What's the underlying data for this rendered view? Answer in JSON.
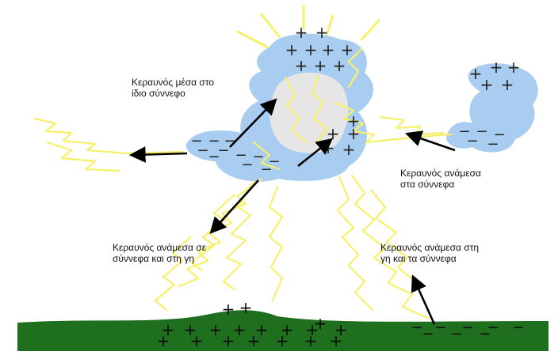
{
  "diagram": {
    "labels": {
      "intra_cloud": "Κεραυνός μέσα στο\nίδιο σύννεφο",
      "cloud_to_cloud": "Κεραυνός ανάμεσα\nστα σύννεφα",
      "cloud_to_ground": "Κεραυνός ανάμεσα σε\nσύννεφα και στη γη",
      "ground_to_cloud": "Κεραυνός ανάμεσα στη\nγη και τα σύννεφα"
    },
    "charge_symbols": {
      "positive": "+",
      "negative": "−"
    },
    "colors": {
      "cloud": "#a9cdf0",
      "cloud_core": "#e6e6e6",
      "lightning": "#f7f06a",
      "ground": "#1e6f1e",
      "arrow": "#000000",
      "text": "#111111"
    },
    "icons": {
      "cloud": "cloud-shape",
      "lightning": "lightning-bolt",
      "arrow": "arrow-icon",
      "ground": "ground-hill"
    }
  }
}
